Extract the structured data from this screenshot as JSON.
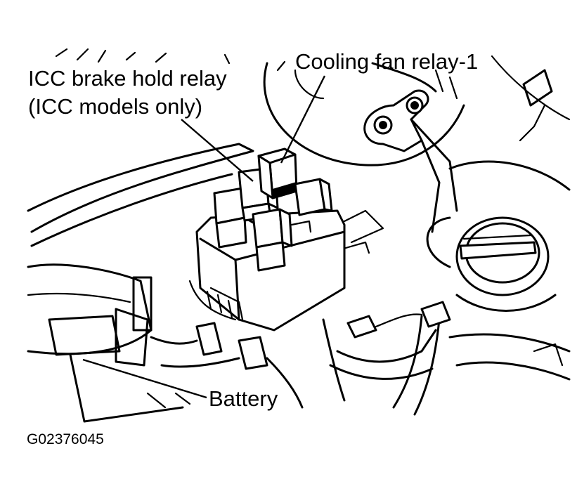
{
  "labels": {
    "icc_brake_line1": "ICC brake hold relay",
    "icc_brake_line2": "(ICC models only)",
    "cooling_fan": "Cooling fan relay-1",
    "battery": "Battery"
  },
  "figure_code": "G02376045"
}
